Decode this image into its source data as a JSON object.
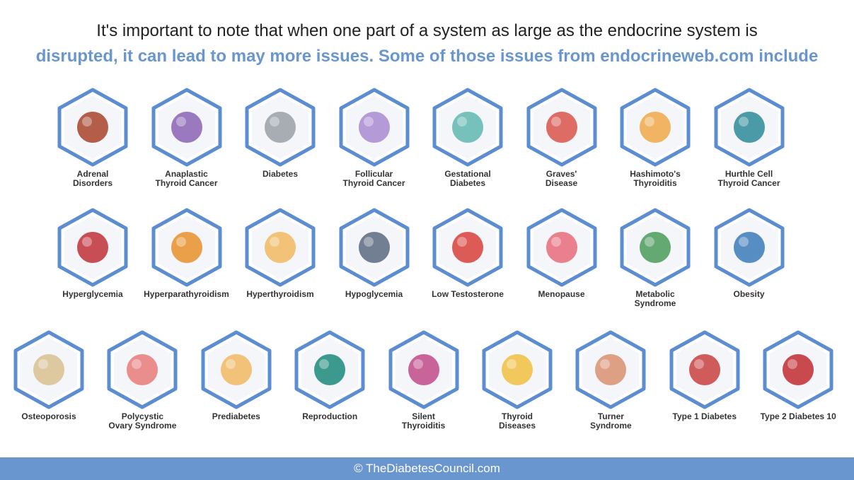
{
  "header": {
    "line1": "It's important to note that when one part of a system as large as the endocrine system is",
    "line2": "disrupted, it can lead to may more issues. Some of those issues from endocrineweb.com include"
  },
  "colors": {
    "hex_border": "#5b8dd0",
    "accent": "#6a96cf"
  },
  "rows": [
    [
      {
        "label": [
          "Adrenal",
          "Disorders"
        ],
        "icon": "kidneys-icon",
        "color": "#a8432a"
      },
      {
        "label": [
          "Anaplastic",
          "Thyroid Cancer"
        ],
        "icon": "cancer-cells-icon",
        "color": "#8a63b5"
      },
      {
        "label": [
          "Diabetes"
        ],
        "icon": "glucose-meter-icon",
        "color": "#9aa0a8"
      },
      {
        "label": [
          "Follicular",
          "Thyroid Cancer"
        ],
        "icon": "cells-icon",
        "color": "#a88ad0"
      },
      {
        "label": [
          "Gestational",
          "Diabetes"
        ],
        "icon": "pregnant-woman-icon",
        "color": "#5fb7b0"
      },
      {
        "label": [
          "Graves'",
          "Disease"
        ],
        "icon": "throat-anatomy-icon",
        "color": "#d8534a"
      },
      {
        "label": [
          "Hashimoto's",
          "Thyroiditis"
        ],
        "icon": "thyroid-icon",
        "color": "#f0a848"
      },
      {
        "label": [
          "Hurthle Cell",
          "Thyroid Cancer"
        ],
        "icon": "virus-icon",
        "color": "#2d8a9a"
      }
    ],
    [
      {
        "label": [
          "Hyperglycemia"
        ],
        "icon": "blood-vessel-icon",
        "color": "#c0303a"
      },
      {
        "label": [
          "Hyperparathyroidism"
        ],
        "icon": "parathyroid-icon",
        "color": "#e8902a"
      },
      {
        "label": [
          "Hyperthyroidism"
        ],
        "icon": "neck-thyroid-icon",
        "color": "#f0b860"
      },
      {
        "label": [
          "Hypoglycemia"
        ],
        "icon": "glucose-monitor-icon",
        "color": "#5a6a80"
      },
      {
        "label": [
          "Low Testosterone"
        ],
        "icon": "blood-cells-icon",
        "color": "#d8403a"
      },
      {
        "label": [
          "Menopause"
        ],
        "icon": "girl-icon",
        "color": "#e86a7a"
      },
      {
        "label": [
          "Metabolic",
          "Syndrome"
        ],
        "icon": "overweight-man-icon",
        "color": "#4a9a5a"
      },
      {
        "label": [
          "Obesity"
        ],
        "icon": "obese-boy-icon",
        "color": "#3a7ab8"
      }
    ],
    [
      {
        "label": [
          "Osteoporosis"
        ],
        "icon": "bone-icon",
        "color": "#d8c090"
      },
      {
        "label": [
          "Polycystic",
          "Ovary Syndrome"
        ],
        "icon": "uterus-icon",
        "color": "#e87a7a"
      },
      {
        "label": [
          "Prediabetes"
        ],
        "icon": "finger-meter-icon",
        "color": "#f0b860"
      },
      {
        "label": [
          "Reproduction"
        ],
        "icon": "sperm-icon",
        "color": "#1a8a7a"
      },
      {
        "label": [
          "Silent",
          "Thyroiditis"
        ],
        "icon": "sick-boy-icon",
        "color": "#c04a8a"
      },
      {
        "label": [
          "Thyroid",
          "Diseases"
        ],
        "icon": "head-profile-icon",
        "color": "#f0c040"
      },
      {
        "label": [
          "Turner",
          "Syndrome"
        ],
        "icon": "torso-anatomy-icon",
        "color": "#d89070"
      },
      {
        "label": [
          "Type 1 Diabetes"
        ],
        "icon": "artery-icon",
        "color": "#c84040"
      },
      {
        "label": [
          "Type 2 Diabetes 10"
        ],
        "icon": "red-cells-icon",
        "color": "#c02a30"
      }
    ]
  ],
  "footer": {
    "text": "© TheDiabetesCouncil.com"
  }
}
